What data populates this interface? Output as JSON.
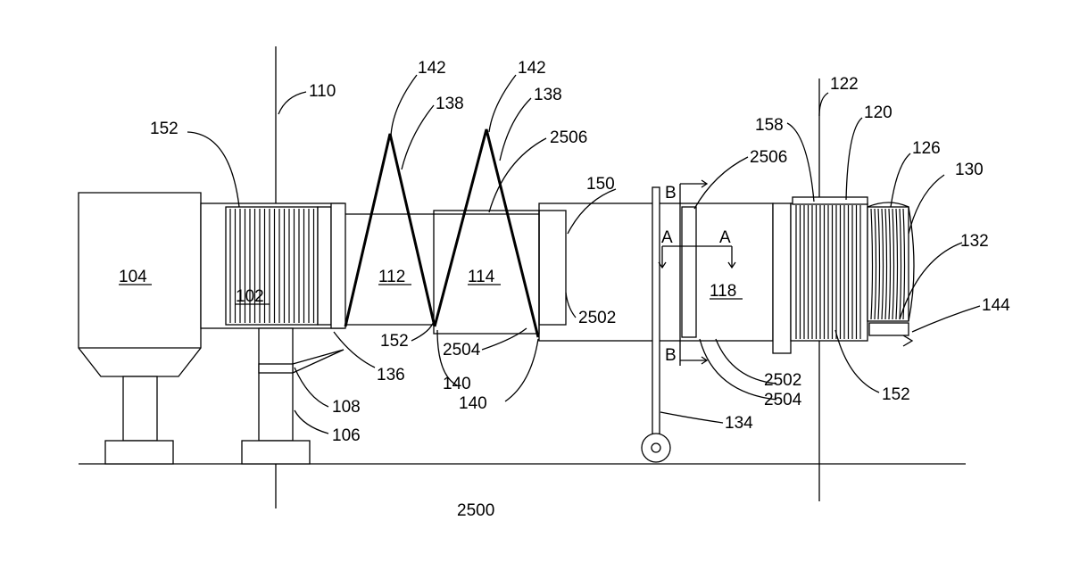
{
  "figure": {
    "caption": "2500",
    "components": {
      "c104": "104",
      "c102": "102",
      "c112": "112",
      "c114": "114",
      "c118": "118"
    },
    "refs": {
      "r110": "110",
      "r152a": "152",
      "r142a": "142",
      "r138a": "138",
      "r142b": "142",
      "r138b": "138",
      "r2506a": "2506",
      "r150": "150",
      "rB_top": "B",
      "r2506b": "2506",
      "r122": "122",
      "r158": "158",
      "r120": "120",
      "r126": "126",
      "r130": "130",
      "rA_left": "A",
      "rA_right": "A",
      "r132": "132",
      "r144": "144",
      "r2502a": "2502",
      "r152b": "152",
      "r2504a": "2504",
      "r136": "136",
      "rB_bottom": "B",
      "r140a": "140",
      "r140b": "140",
      "r2502b": "2502",
      "r2504b": "2504",
      "r152c": "152",
      "r108": "108",
      "r106": "106",
      "r134": "134"
    }
  }
}
